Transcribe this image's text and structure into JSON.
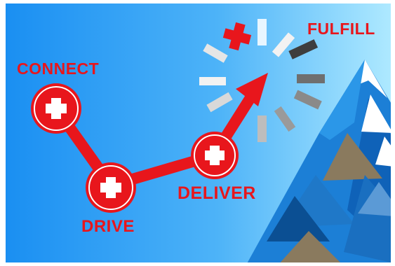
{
  "labels": {
    "connect": "CONNECT",
    "drive": "DRIVE",
    "deliver": "DELIVER",
    "fulfill": "FULFILL"
  },
  "colors": {
    "sky_start": "#1a8ff2",
    "sky_end": "#aee9ff",
    "accent_red": "#e8161c",
    "node_white": "#ffffff"
  },
  "icons": {
    "node": "plus-icon",
    "spinner": "loading-spinner-icon",
    "mountain": "mountain-range"
  }
}
